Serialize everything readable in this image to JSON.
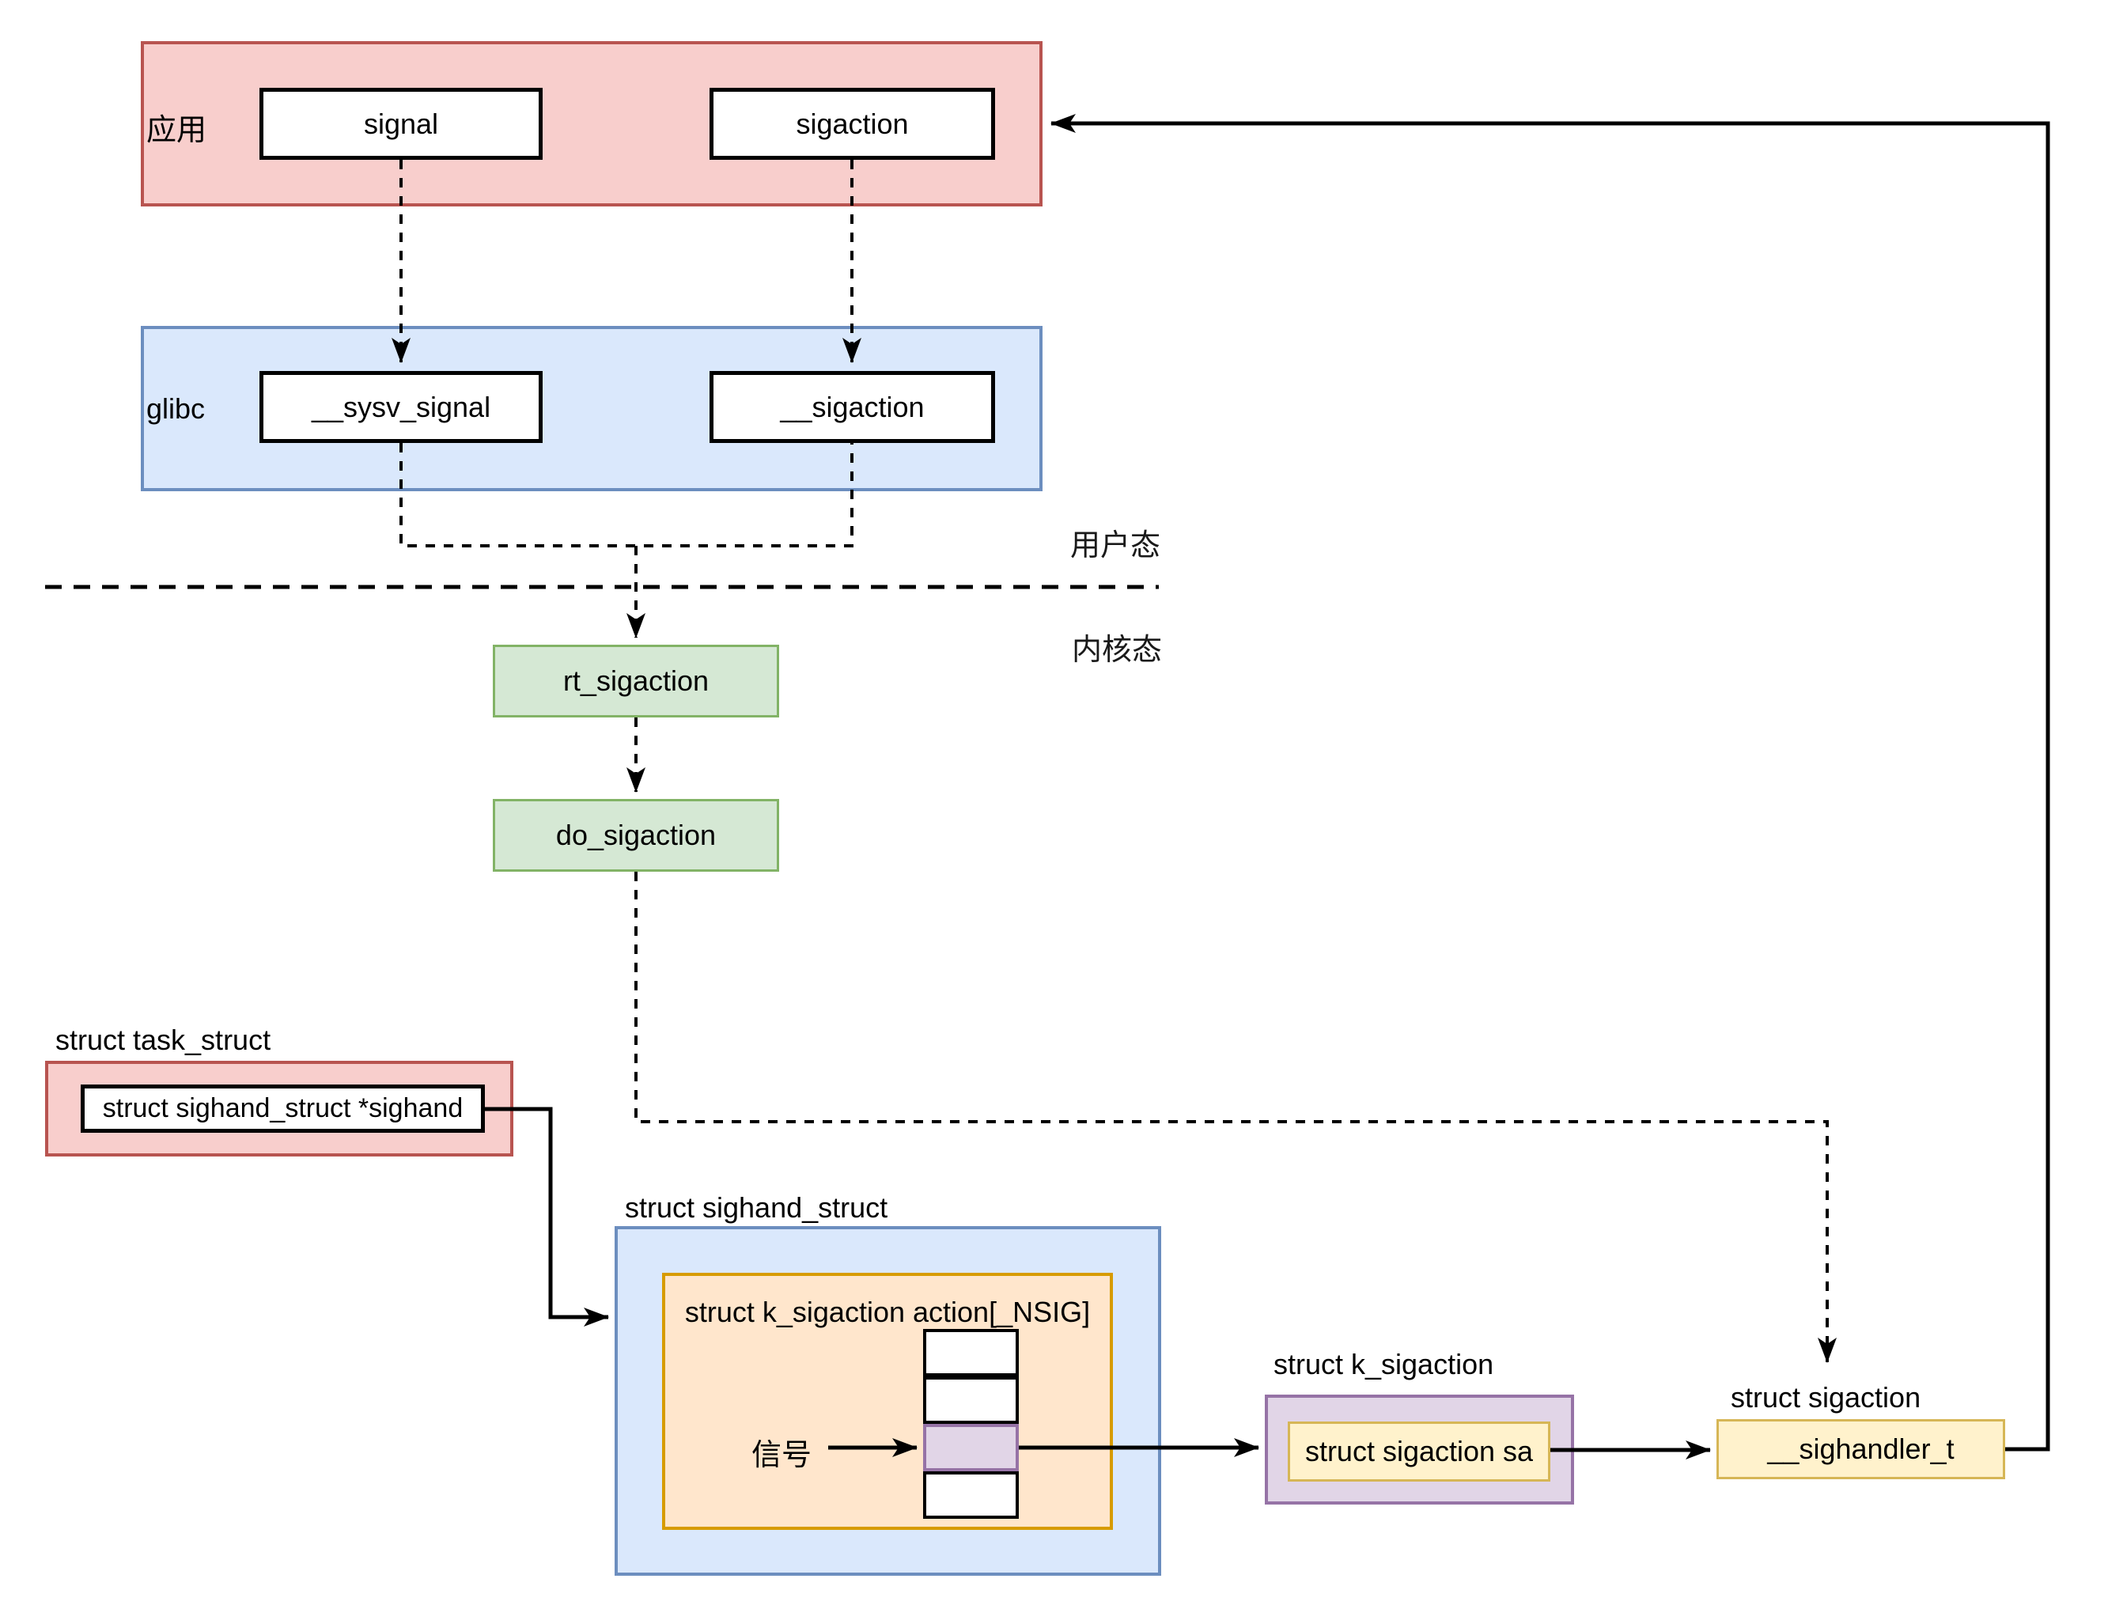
{
  "app": {
    "label": "应用",
    "signal": "signal",
    "sigaction": "sigaction"
  },
  "glibc": {
    "label": "glibc",
    "sysv_signal": "__sysv_signal",
    "sigaction": "__sigaction"
  },
  "modes": {
    "user": "用户态",
    "kernel": "内核态"
  },
  "kernel": {
    "rt_sigaction": "rt_sigaction",
    "do_sigaction": "do_sigaction"
  },
  "task": {
    "title": "struct task_struct",
    "field": "struct sighand_struct *sighand"
  },
  "sighand": {
    "title": "struct sighand_struct",
    "array_title": "struct k_sigaction action[_NSIG]",
    "signal_label": "信号",
    "array": {
      "cell_count": 4,
      "highlighted_index": 2
    }
  },
  "ksig": {
    "title": "struct k_sigaction",
    "field": "struct sigaction sa"
  },
  "sigstruct": {
    "title": "struct sigaction",
    "field": "__sighandler_t"
  },
  "colors": {
    "red_fill": "#f8cecc",
    "red_stroke": "#b85450",
    "blue_fill": "#dae8fc",
    "blue_stroke": "#6c8ebf",
    "green_fill": "#d5e8d4",
    "green_stroke": "#82b366",
    "orange_fill": "#ffe6cc",
    "orange_stroke": "#d79b00",
    "purple_fill": "#e1d5e7",
    "purple_stroke": "#9673a6",
    "yellow_fill": "#fff2cc",
    "yellow_stroke": "#d6b656",
    "line": "#000000"
  }
}
